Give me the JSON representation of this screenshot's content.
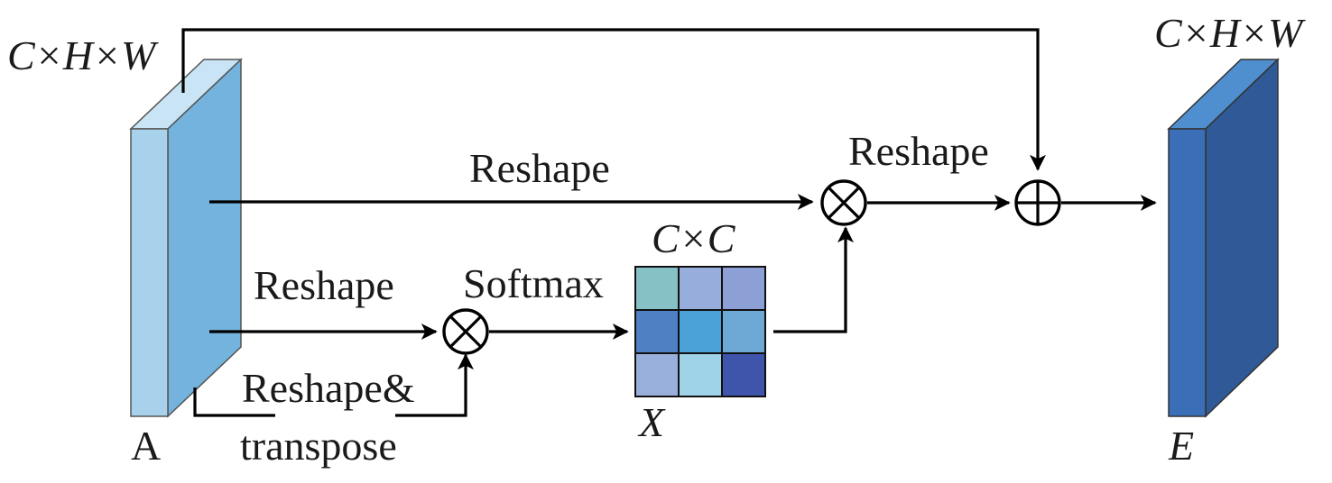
{
  "tensor_a": {
    "label": "A",
    "dims": "C×H×W",
    "colors": {
      "front": "#a8d2ec",
      "side": "#74b3de",
      "top": "#c9e5f5"
    }
  },
  "tensor_e": {
    "label": "E",
    "dims": "C×H×W",
    "colors": {
      "front": "#3a6fb8",
      "side": "#2f5a97",
      "top": "#4f8fcf"
    }
  },
  "edges": {
    "reshape_top": "Reshape",
    "reshape_mid": "Reshape",
    "reshape_transpose_line1": "Reshape&",
    "reshape_transpose_line2": "transpose",
    "softmax": "Softmax",
    "reshape_out": "Reshape"
  },
  "attention_map": {
    "label": "X",
    "dims": "C×C",
    "cells": [
      [
        "#86c1c6",
        "#97addb",
        "#8da0d6"
      ],
      [
        "#4f80c4",
        "#4aa1d8",
        "#6ea9d5"
      ],
      [
        "#9ab0dc",
        "#9fd4e8",
        "#3f55ab"
      ]
    ]
  },
  "operators": {
    "multiply_symbol": "⊗",
    "add_symbol": "⊕"
  }
}
